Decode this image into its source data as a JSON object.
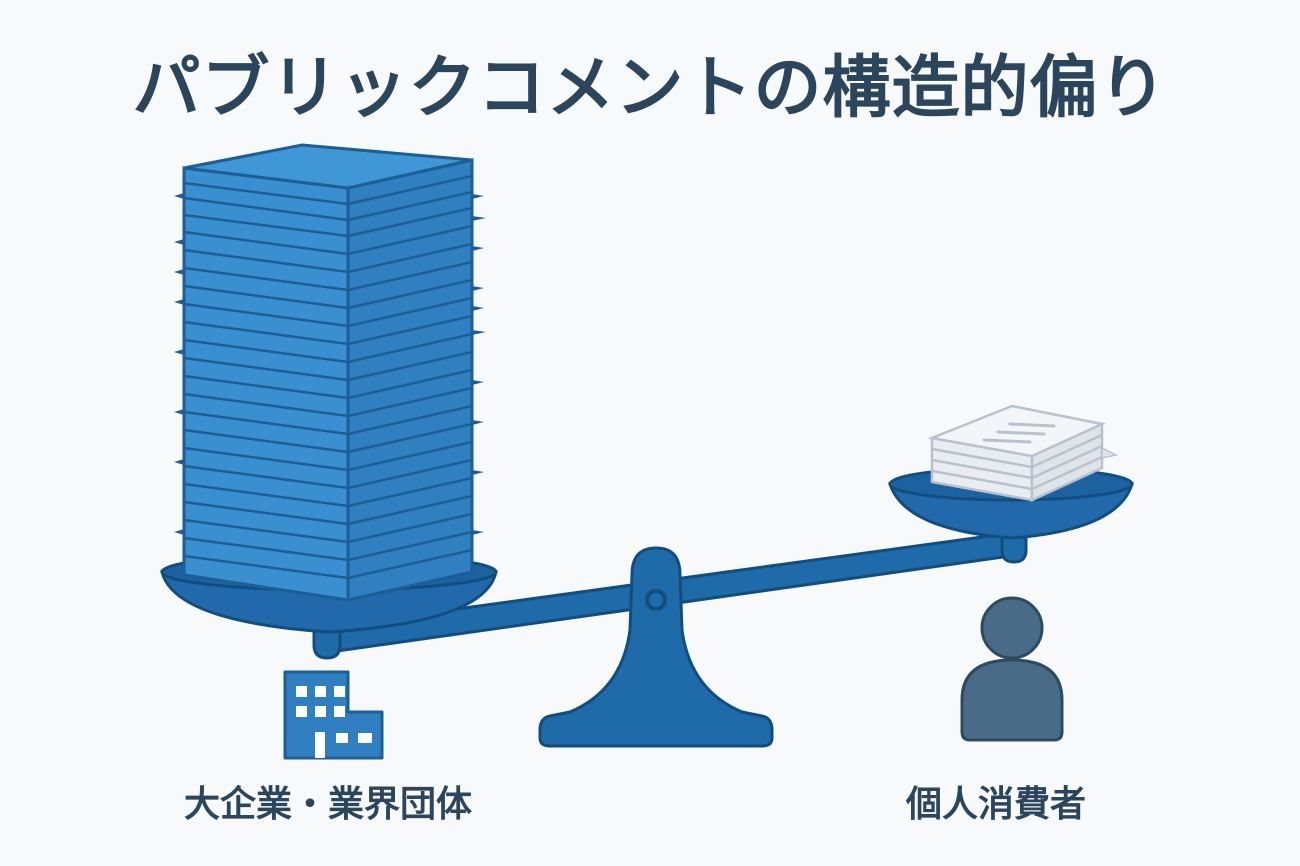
{
  "title": "パブリックコメントの構造的偏り",
  "left_group": {
    "label": "大企業・業界団体",
    "icon": "building-icon",
    "pile": "large-document-stack"
  },
  "right_group": {
    "label": "個人消費者",
    "icon": "person-icon",
    "pile": "small-document-stack"
  },
  "colors": {
    "background": "#f8f9fb",
    "title_text": "#2b465c",
    "scale_blue": "#1f6aa8",
    "scale_outline": "#124d80",
    "stack_blue": "#3a8fd0",
    "stack_side": "#2f7fc1",
    "paper_white": "#eef1f5",
    "paper_edge": "#b9c2cc",
    "person_fill": "#4a6b88",
    "person_outline": "#2e4a63"
  }
}
